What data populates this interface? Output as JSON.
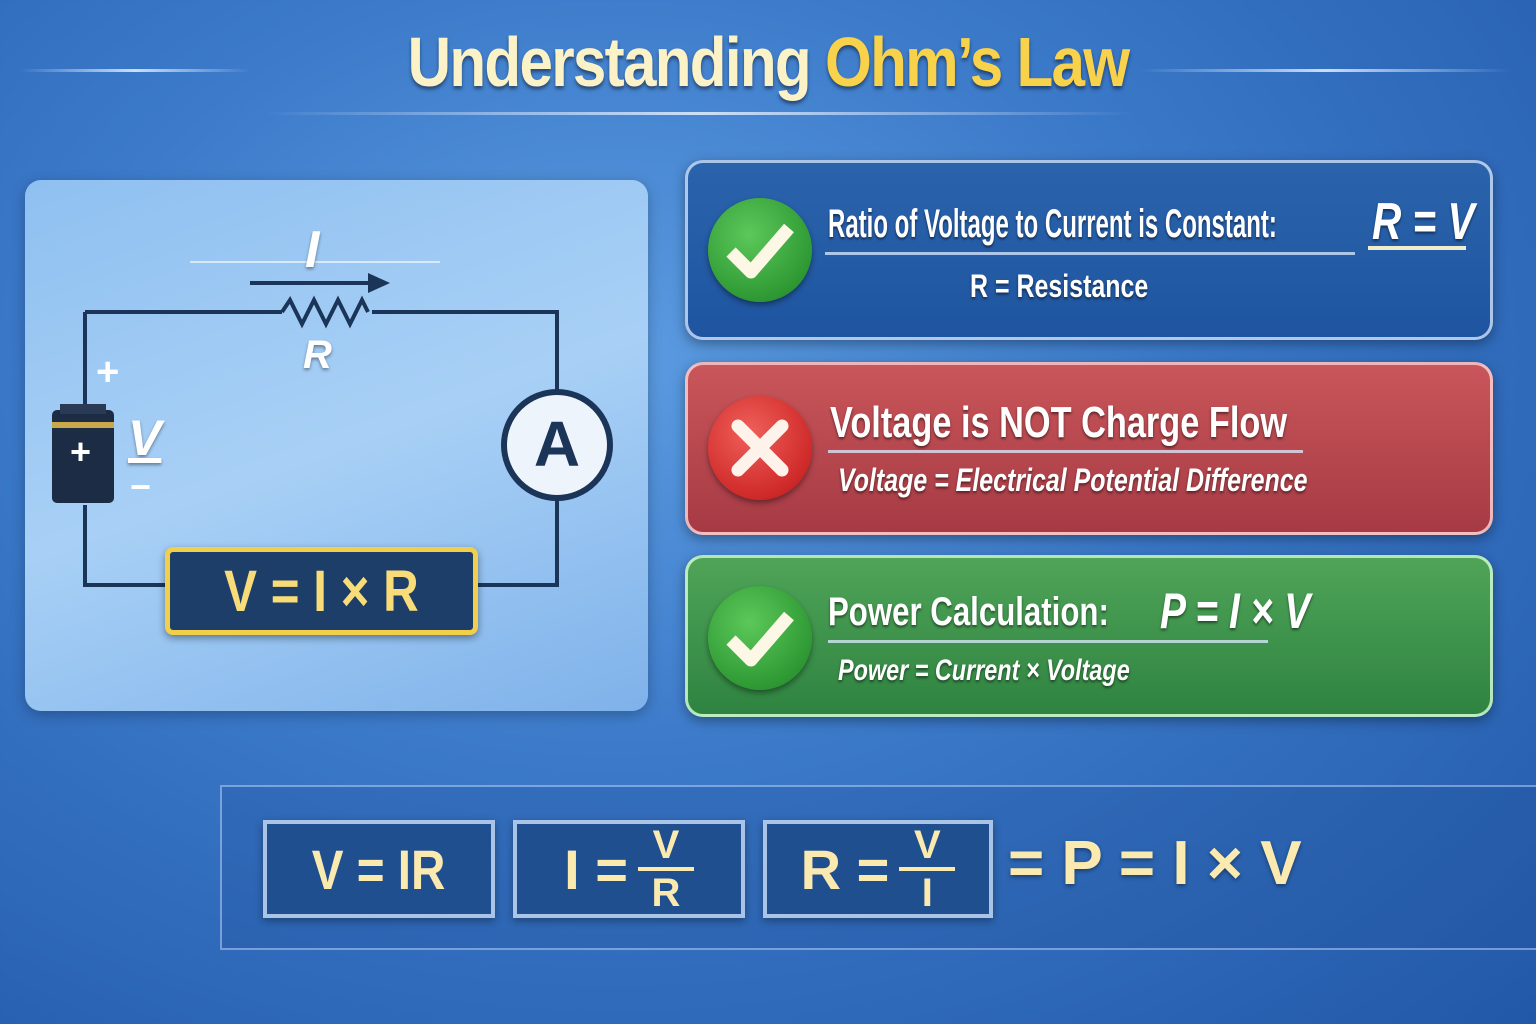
{
  "title": {
    "part1": "Understanding",
    "part2": "Ohm’s Law"
  },
  "circuit": {
    "current_label": "I",
    "resistor_label": "R",
    "battery_plus": "+",
    "battery_plus_inner": "+",
    "battery_label": "V",
    "battery_minus": "−",
    "ammeter_label": "A",
    "formula": "V = I × R"
  },
  "cards": [
    {
      "status": "correct",
      "heading": "Ratio of Voltage to Current is Constant:",
      "formula": "R = V",
      "subtext": "R = Resistance",
      "color": "#2460a8"
    },
    {
      "status": "incorrect",
      "heading": "Voltage is NOT Charge Flow",
      "subtext": "Voltage = Electrical Potential Difference",
      "color": "#b8464c"
    },
    {
      "status": "correct",
      "heading": "Power Calculation:",
      "formula": "P = I × V",
      "subtext": "Power = Current × Voltage",
      "color": "#3f9449"
    }
  ],
  "formulas": {
    "f1": "V = IR",
    "f2": {
      "lhs": "I =",
      "num": "V",
      "den": "R"
    },
    "f3": {
      "lhs": "R =",
      "num": "V",
      "den": "I"
    },
    "f4": "= P = I × V"
  },
  "colors": {
    "accent": "#f8d24a",
    "background": "#3a78c8"
  }
}
